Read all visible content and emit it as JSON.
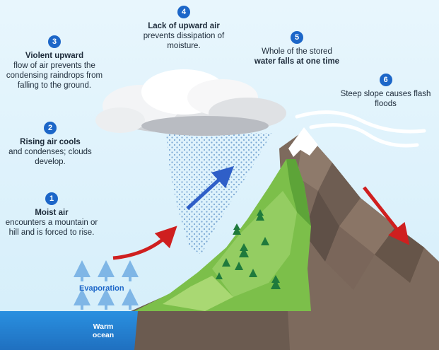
{
  "steps": [
    {
      "number": "1",
      "bold": "Moist air",
      "rest": "encounters a mountain or hill and is forced to rise."
    },
    {
      "number": "2",
      "bold": "Rising air cools",
      "rest": "and condenses; clouds develop."
    },
    {
      "number": "3",
      "bold": "Violent upward",
      "rest": "flow of air prevents the condensing  raindrops from falling to the ground."
    },
    {
      "number": "4",
      "bold": "Lack of upward air",
      "rest": "prevents dissipation of moisture."
    },
    {
      "number": "5",
      "pre": "Whole of the stored",
      "bold": "water falls at one time"
    },
    {
      "number": "6",
      "rest": "Steep slope causes flash floods"
    }
  ],
  "labels": {
    "evaporation": "Evaporation",
    "ocean": "Warm ocean"
  },
  "colors": {
    "badge": "#1c66c8",
    "sky": "#dff2fc",
    "ocean": "#2487d9",
    "ground": "#6b5b50",
    "arrow_red": "#cf1f1f",
    "arrow_blue": "#2f5fc8",
    "evaporation_arrows": "#7fb6e6"
  }
}
